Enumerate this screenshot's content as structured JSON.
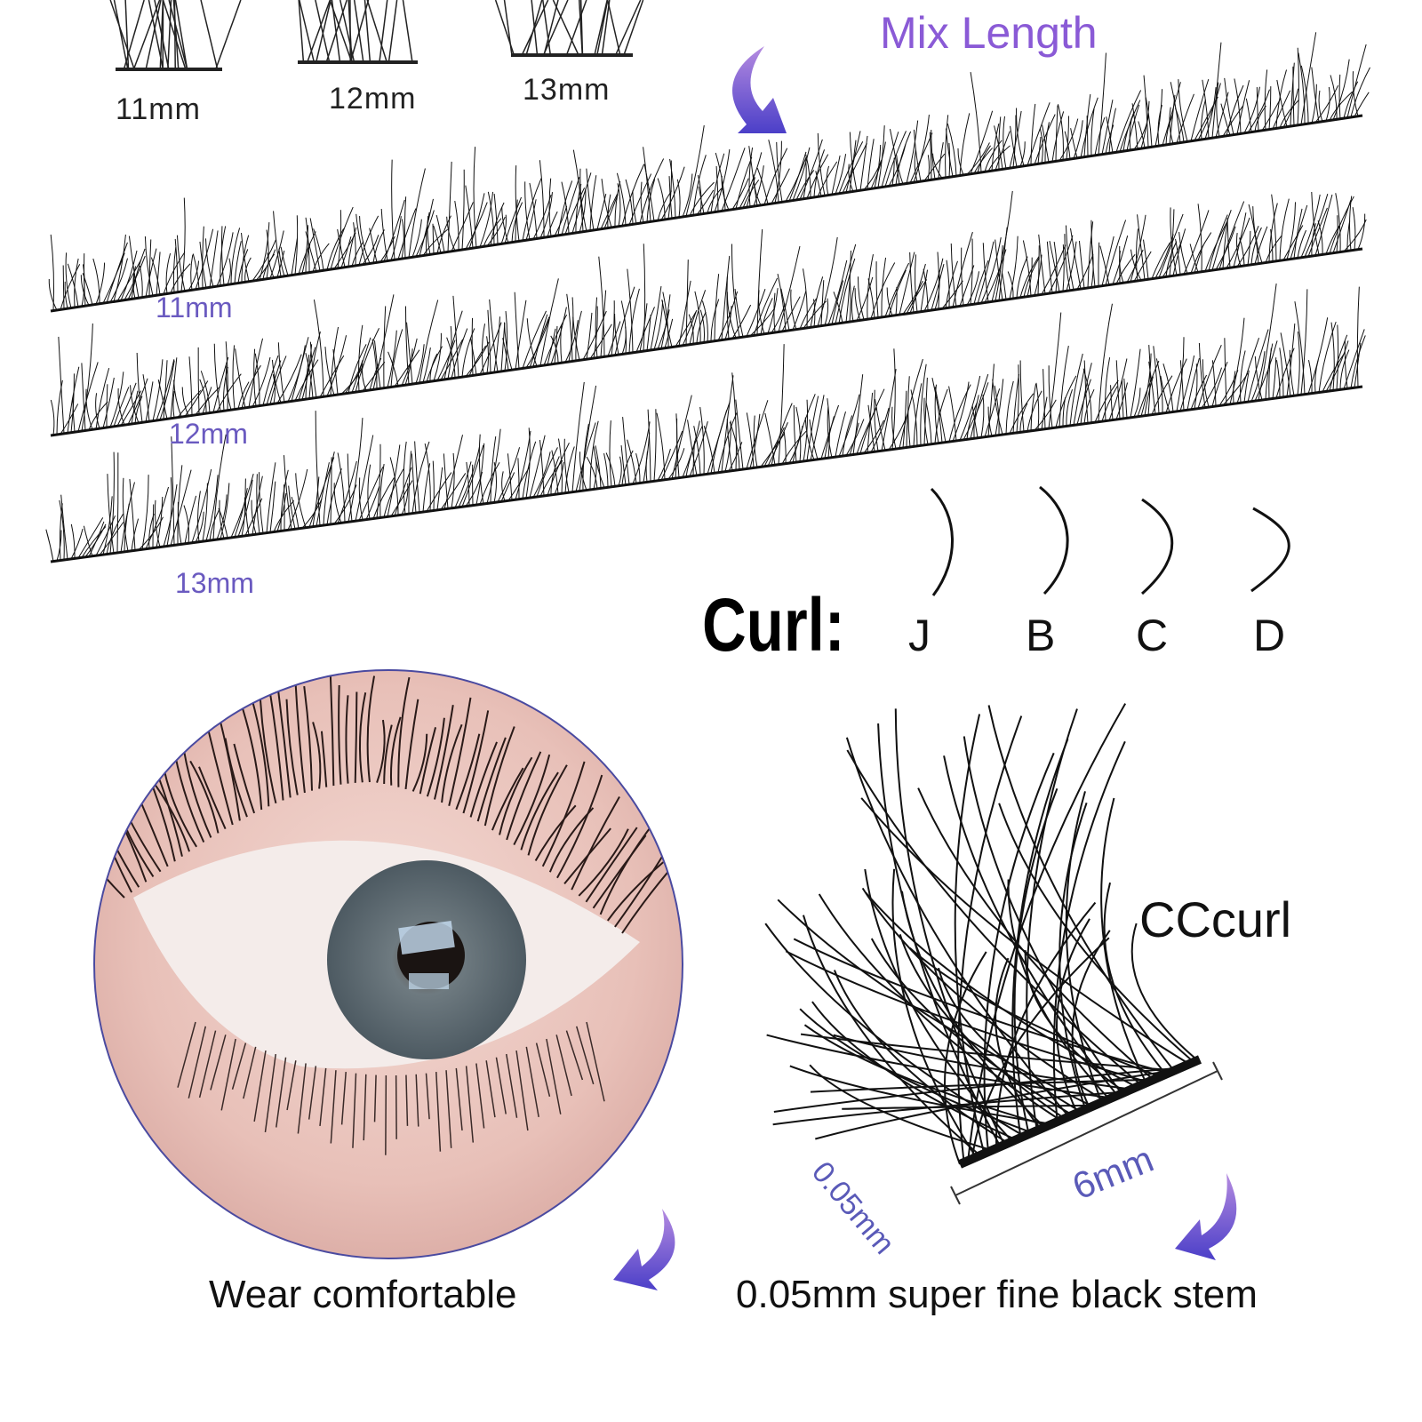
{
  "tray_labels": [
    "11mm",
    "12mm",
    "13mm"
  ],
  "mix_title": "Mix Length",
  "strip_labels": [
    "11mm",
    "12mm",
    "13mm"
  ],
  "curl": {
    "title": "Curl:",
    "types": [
      "J",
      "B",
      "C",
      "D"
    ]
  },
  "cluster_label": "CCcurl",
  "dimensions": {
    "thickness": "0.05mm",
    "width": "6mm"
  },
  "captions": {
    "left": "Wear comfortable",
    "right": "0.05mm super fine black stem"
  },
  "colors": {
    "accent": "#8a5ad6",
    "label": "#6a5ac0",
    "circle_border": "#4a4aa0"
  }
}
